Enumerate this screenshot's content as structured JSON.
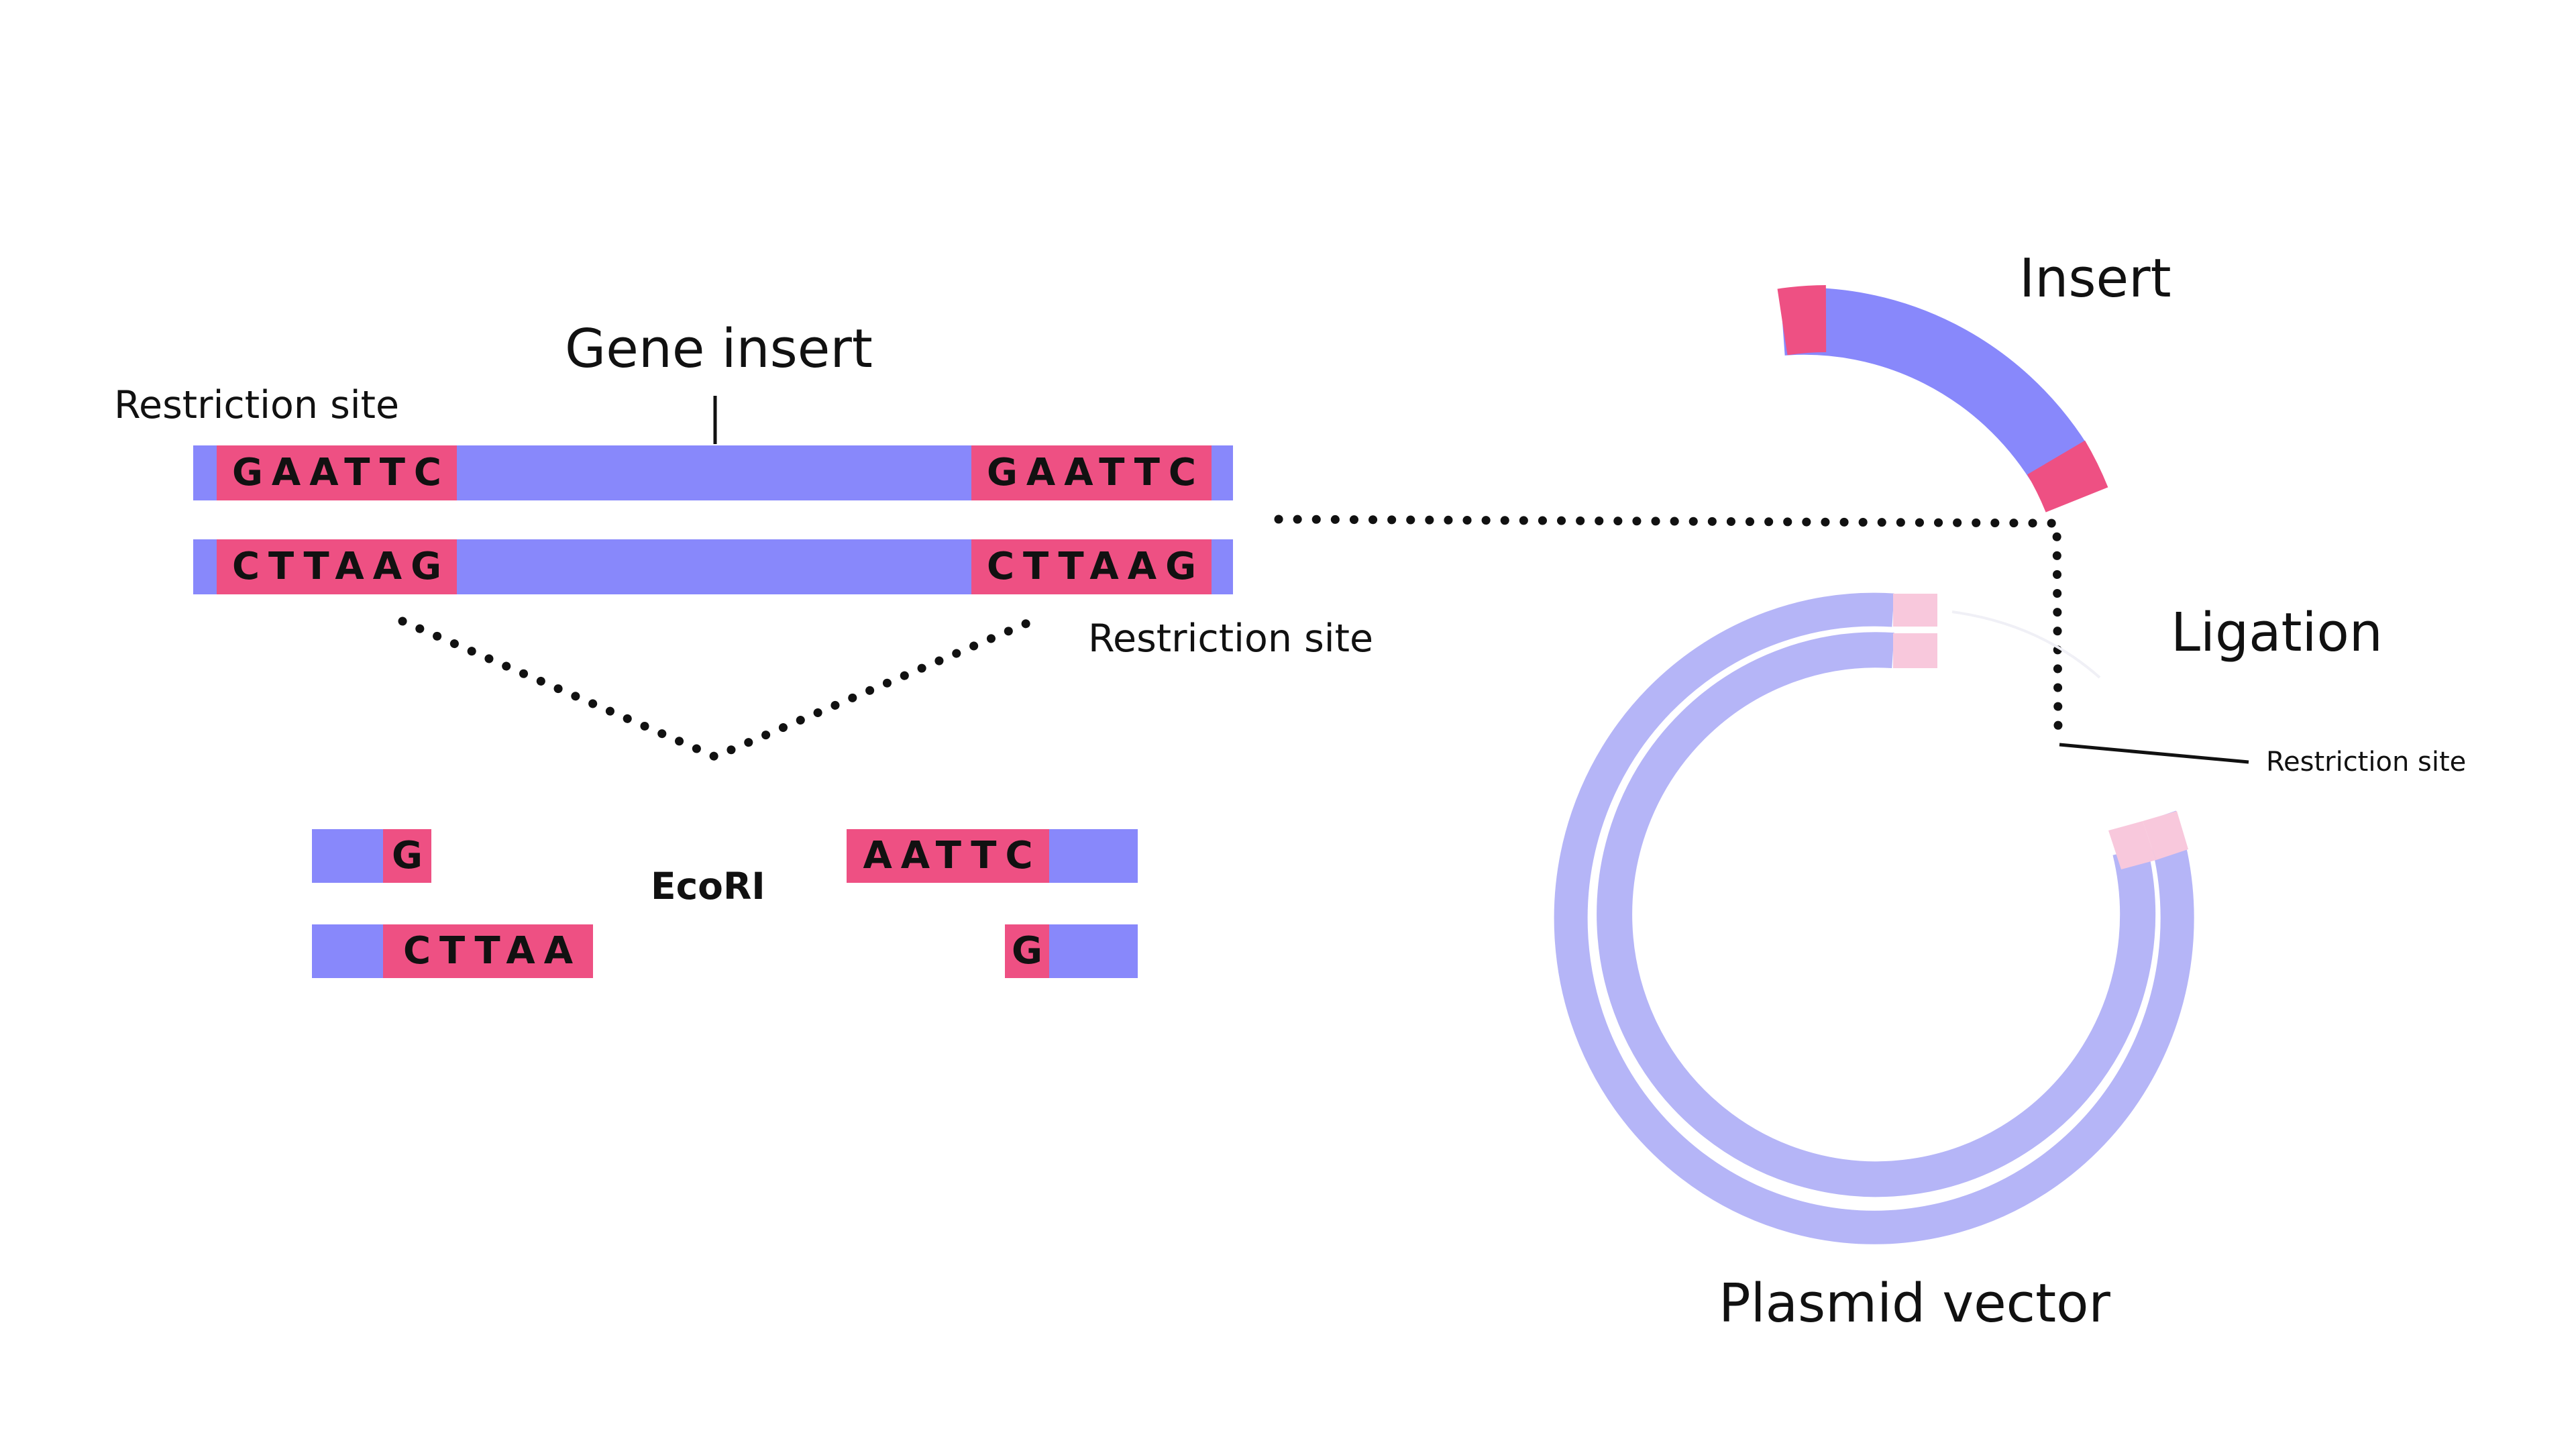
{
  "labels": {
    "gene_insert": "Gene insert",
    "restriction_site_top": "Restriction site",
    "restriction_site_bottom": "Restriction site",
    "restriction_site_plasmid": "Restriction site",
    "enzyme": "EcoRI",
    "insert": "Insert",
    "ligation": "Ligation",
    "plasmid_vector": "Plasmid vector"
  },
  "strands": {
    "top_left_site": "GAATTC",
    "top_right_site": "GAATTC",
    "bottom_left_site": "CTTAAG",
    "bottom_right_site": "CTTAAG"
  },
  "fragments": {
    "left_top": "G",
    "left_bottom": "CTTAA",
    "right_top": "AATTC",
    "right_bottom": "G"
  },
  "colors": {
    "dna_blue": "#8888fb",
    "site_pink": "#ee5083",
    "plasmid_lavender": "#b5b5f7",
    "plasmid_site_pink": "#f8c8dc",
    "dots": "#111111"
  }
}
